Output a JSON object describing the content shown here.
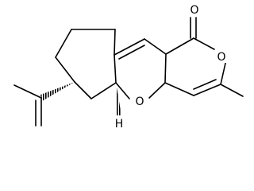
{
  "atoms": {
    "carbonyl_oxygen": "O",
    "ring_oxygen_pyranone": "O",
    "ring_oxygen_pyran": "O",
    "stereo_hydrogen": "H"
  },
  "colors": {
    "bond": "#000000",
    "label": "#000000",
    "background": "#ffffff"
  }
}
